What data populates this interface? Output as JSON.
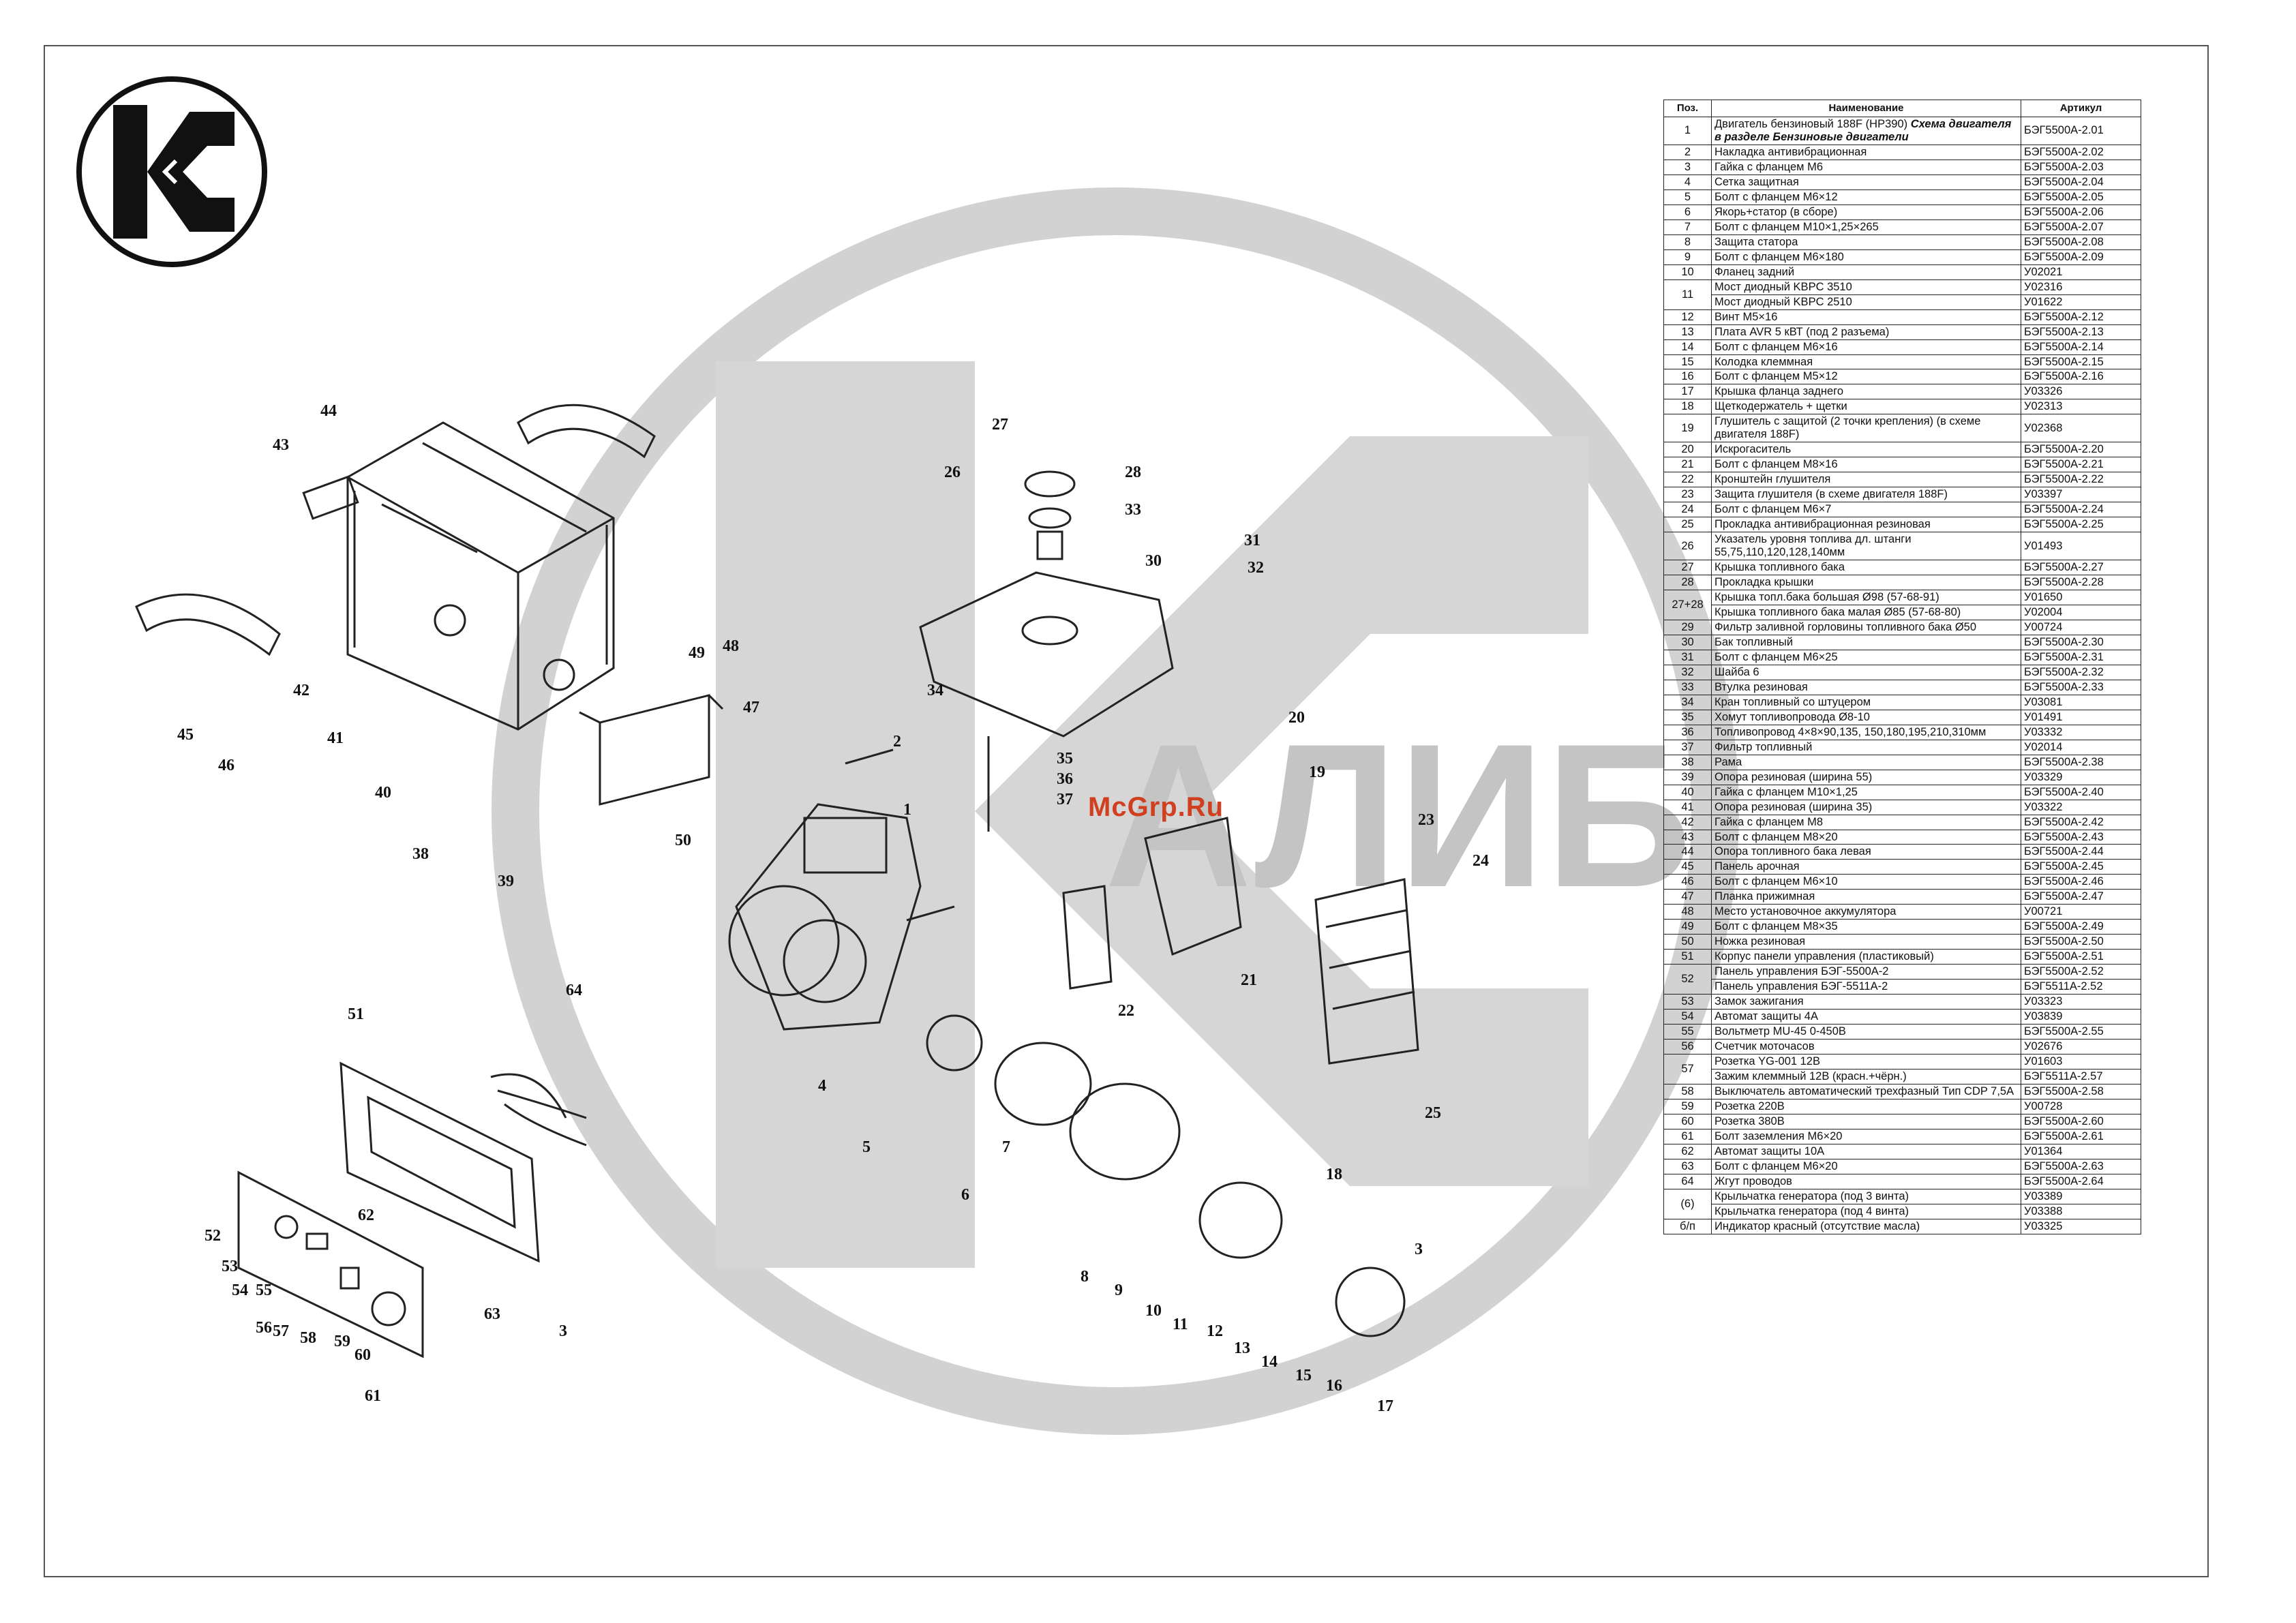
{
  "watermark": {
    "text": "АЛИБ"
  },
  "site": {
    "label": "McGrp.Ru"
  },
  "table": {
    "headers": {
      "pos": "Поз.",
      "name": "Наименование",
      "code": "Артикул"
    },
    "rows": [
      {
        "pos": "1",
        "names": [
          "Двигатель бензиновый 188F (НР390)"
        ],
        "note": "Схема двигателя в разделе Бензиновые двигатели",
        "codes": [
          "БЭГ5500А-2.01"
        ]
      },
      {
        "pos": "2",
        "names": [
          "Накладка антивибрационная"
        ],
        "codes": [
          "БЭГ5500А-2.02"
        ]
      },
      {
        "pos": "3",
        "names": [
          "Гайка с фланцем М6"
        ],
        "codes": [
          "БЭГ5500А-2.03"
        ]
      },
      {
        "pos": "4",
        "names": [
          "Сетка защитная"
        ],
        "codes": [
          "БЭГ5500А-2.04"
        ]
      },
      {
        "pos": "5",
        "names": [
          "Болт с фланцем М6×12"
        ],
        "codes": [
          "БЭГ5500А-2.05"
        ]
      },
      {
        "pos": "6",
        "names": [
          "Якорь+статор (в сборе)"
        ],
        "codes": [
          "БЭГ5500А-2.06"
        ]
      },
      {
        "pos": "7",
        "names": [
          "Болт с фланцем М10×1,25×265"
        ],
        "codes": [
          "БЭГ5500А-2.07"
        ]
      },
      {
        "pos": "8",
        "names": [
          "Защита статора"
        ],
        "codes": [
          "БЭГ5500А-2.08"
        ]
      },
      {
        "pos": "9",
        "names": [
          "Болт с фланцем М6×180"
        ],
        "codes": [
          "БЭГ5500А-2.09"
        ]
      },
      {
        "pos": "10",
        "names": [
          "Фланец задний"
        ],
        "codes": [
          "У02021"
        ]
      },
      {
        "pos": "11",
        "names": [
          "Мост диодный KBPC 3510",
          "Мост диодный KBPC 2510"
        ],
        "codes": [
          "У02316",
          "У01622"
        ]
      },
      {
        "pos": "12",
        "names": [
          "Винт М5×16"
        ],
        "codes": [
          "БЭГ5500А-2.12"
        ]
      },
      {
        "pos": "13",
        "names": [
          "Плата AVR 5 кВТ (под 2 разъема)"
        ],
        "codes": [
          "БЭГ5500А-2.13"
        ]
      },
      {
        "pos": "14",
        "names": [
          "Болт с фланцем М6×16"
        ],
        "codes": [
          "БЭГ5500А-2.14"
        ]
      },
      {
        "pos": "15",
        "names": [
          "Колодка клеммная"
        ],
        "codes": [
          "БЭГ5500А-2.15"
        ]
      },
      {
        "pos": "16",
        "names": [
          "Болт с фланцем М5×12"
        ],
        "codes": [
          "БЭГ5500А-2.16"
        ]
      },
      {
        "pos": "17",
        "names": [
          "Крышка фланца заднего"
        ],
        "codes": [
          "У03326"
        ]
      },
      {
        "pos": "18",
        "names": [
          "Щеткодержатель + щетки"
        ],
        "codes": [
          "У02313"
        ]
      },
      {
        "pos": "19",
        "names": [
          "Глушитель с защитой (2 точки крепления) (в схеме двигателя 188F)"
        ],
        "codes": [
          "У02368"
        ]
      },
      {
        "pos": "20",
        "names": [
          "Искрогаситель"
        ],
        "codes": [
          "БЭГ5500А-2.20"
        ]
      },
      {
        "pos": "21",
        "names": [
          "Болт с фланцем М8×16"
        ],
        "codes": [
          "БЭГ5500А-2.21"
        ]
      },
      {
        "pos": "22",
        "names": [
          "Кронштейн глушителя"
        ],
        "codes": [
          "БЭГ5500А-2.22"
        ]
      },
      {
        "pos": "23",
        "names": [
          "Защита глушителя (в схеме двигателя 188F)"
        ],
        "codes": [
          "У03397"
        ]
      },
      {
        "pos": "24",
        "names": [
          "Болт с фланцем М6×7"
        ],
        "codes": [
          "БЭГ5500А-2.24"
        ]
      },
      {
        "pos": "25",
        "names": [
          "Прокладка антивибрационная резиновая"
        ],
        "codes": [
          "БЭГ5500А-2.25"
        ]
      },
      {
        "pos": "26",
        "names": [
          "Указатель уровня топлива дл. штанги 55,75,110,120,128,140мм"
        ],
        "codes": [
          "У01493"
        ]
      },
      {
        "pos": "27",
        "names": [
          "Крышка топливного бака"
        ],
        "codes": [
          "БЭГ5500А-2.27"
        ]
      },
      {
        "pos": "28",
        "names": [
          "Прокладка крышки"
        ],
        "codes": [
          "БЭГ5500А-2.28"
        ]
      },
      {
        "pos": "27+28",
        "names": [
          "Крышка топл.бака большая Ø98 (57-68-91)",
          "Крышка топливного бака малая Ø85 (57-68-80)"
        ],
        "codes": [
          "У01650",
          "У02004"
        ]
      },
      {
        "pos": "29",
        "names": [
          "Фильтр заливной горловины топливного бака Ø50"
        ],
        "codes": [
          "У00724"
        ]
      },
      {
        "pos": "30",
        "names": [
          "Бак топливный"
        ],
        "codes": [
          "БЭГ5500А-2.30"
        ]
      },
      {
        "pos": "31",
        "names": [
          "Болт с фланцем М6×25"
        ],
        "codes": [
          "БЭГ5500А-2.31"
        ]
      },
      {
        "pos": "32",
        "names": [
          "Шайба 6"
        ],
        "codes": [
          "БЭГ5500А-2.32"
        ]
      },
      {
        "pos": "33",
        "names": [
          "Втулка резиновая"
        ],
        "codes": [
          "БЭГ5500А-2.33"
        ]
      },
      {
        "pos": "34",
        "names": [
          "Кран топливный со штуцером"
        ],
        "codes": [
          "У03081"
        ]
      },
      {
        "pos": "35",
        "names": [
          "Хомут топливопровода Ø8-10"
        ],
        "codes": [
          "У01491"
        ]
      },
      {
        "pos": "36",
        "names": [
          "Топливопровод 4×8×90,135, 150,180,195,210,310мм"
        ],
        "codes": [
          "У03332"
        ]
      },
      {
        "pos": "37",
        "names": [
          "Фильтр топливный"
        ],
        "codes": [
          "У02014"
        ]
      },
      {
        "pos": "38",
        "names": [
          "Рама"
        ],
        "codes": [
          "БЭГ5500А-2.38"
        ]
      },
      {
        "pos": "39",
        "names": [
          "Опора резиновая (ширина 55)"
        ],
        "codes": [
          "У03329"
        ]
      },
      {
        "pos": "40",
        "names": [
          "Гайка с фланцем М10×1,25"
        ],
        "codes": [
          "БЭГ5500А-2.40"
        ]
      },
      {
        "pos": "41",
        "names": [
          "Опора резиновая (ширина 35)"
        ],
        "codes": [
          "У03322"
        ]
      },
      {
        "pos": "42",
        "names": [
          "Гайка с фланцем М8"
        ],
        "codes": [
          "БЭГ5500А-2.42"
        ]
      },
      {
        "pos": "43",
        "names": [
          "Болт с фланцем М8×20"
        ],
        "codes": [
          "БЭГ5500А-2.43"
        ]
      },
      {
        "pos": "44",
        "names": [
          "Опора топливного бака левая"
        ],
        "codes": [
          "БЭГ5500А-2.44"
        ]
      },
      {
        "pos": "45",
        "names": [
          "Панель арочная"
        ],
        "codes": [
          "БЭГ5500А-2.45"
        ]
      },
      {
        "pos": "46",
        "names": [
          "Болт с фланцем М6×10"
        ],
        "codes": [
          "БЭГ5500А-2.46"
        ]
      },
      {
        "pos": "47",
        "names": [
          "Планка прижимная"
        ],
        "codes": [
          "БЭГ5500А-2.47"
        ]
      },
      {
        "pos": "48",
        "names": [
          "Место установочное аккумулятора"
        ],
        "codes": [
          "У00721"
        ]
      },
      {
        "pos": "49",
        "names": [
          "Болт с фланцем М8×35"
        ],
        "codes": [
          "БЭГ5500А-2.49"
        ]
      },
      {
        "pos": "50",
        "names": [
          "Ножка резиновая"
        ],
        "codes": [
          "БЭГ5500А-2.50"
        ]
      },
      {
        "pos": "51",
        "names": [
          "Корпус панели управления (пластиковый)"
        ],
        "codes": [
          "БЭГ5500А-2.51"
        ]
      },
      {
        "pos": "52",
        "names": [
          "Панель управления БЭГ-5500А-2",
          "Панель управления БЭГ-5511А-2"
        ],
        "codes": [
          "БЭГ5500А-2.52",
          "БЭГ5511А-2.52"
        ]
      },
      {
        "pos": "53",
        "names": [
          "Замок зажигания"
        ],
        "codes": [
          "У03323"
        ]
      },
      {
        "pos": "54",
        "names": [
          "Автомат защиты 4А"
        ],
        "codes": [
          "У03839"
        ]
      },
      {
        "pos": "55",
        "names": [
          "Вольтметр MU-45 0-450В"
        ],
        "codes": [
          "БЭГ5500А-2.55"
        ]
      },
      {
        "pos": "56",
        "names": [
          "Счетчик моточасов"
        ],
        "codes": [
          "У02676"
        ]
      },
      {
        "pos": "57",
        "names": [
          "Розетка YG-001 12В",
          "Зажим клеммный 12В (красн.+чёрн.)"
        ],
        "codes": [
          "У01603",
          "БЭГ5511А-2.57"
        ]
      },
      {
        "pos": "58",
        "names": [
          "Выключатель автоматический трехфазный Тип CDP 7,5А"
        ],
        "codes": [
          "БЭГ5500А-2.58"
        ]
      },
      {
        "pos": "59",
        "names": [
          "Розетка 220В"
        ],
        "codes": [
          "У00728"
        ]
      },
      {
        "pos": "60",
        "names": [
          "Розетка 380В"
        ],
        "codes": [
          "БЭГ5500А-2.60"
        ]
      },
      {
        "pos": "61",
        "names": [
          "Болт заземления М6×20"
        ],
        "codes": [
          "БЭГ5500А-2.61"
        ]
      },
      {
        "pos": "62",
        "names": [
          "Автомат защиты 10А"
        ],
        "codes": [
          "У01364"
        ]
      },
      {
        "pos": "63",
        "names": [
          "Болт с фланцем М6×20"
        ],
        "codes": [
          "БЭГ5500А-2.63"
        ]
      },
      {
        "pos": "64",
        "names": [
          "Жгут проводов"
        ],
        "codes": [
          "БЭГ5500А-2.64"
        ]
      },
      {
        "pos": "(6)",
        "names": [
          "Крыльчатка генератора (под 3 винта)",
          "Крыльчатка генератора (под 4 винта)"
        ],
        "codes": [
          "У03389",
          "У03388"
        ]
      },
      {
        "pos": "б/п",
        "names": [
          "Индикатор красный (отсутствие масла)"
        ],
        "codes": [
          "У03325"
        ]
      }
    ]
  },
  "diagram": {
    "callouts": [
      {
        "n": "43"
      },
      {
        "n": "44"
      },
      {
        "n": "42"
      },
      {
        "n": "41"
      },
      {
        "n": "40"
      },
      {
        "n": "39"
      },
      {
        "n": "38"
      },
      {
        "n": "45"
      },
      {
        "n": "46"
      },
      {
        "n": "49"
      },
      {
        "n": "48"
      },
      {
        "n": "47"
      },
      {
        "n": "50"
      },
      {
        "n": "27"
      },
      {
        "n": "26"
      },
      {
        "n": "28"
      },
      {
        "n": "33"
      },
      {
        "n": "30"
      },
      {
        "n": "31"
      },
      {
        "n": "32"
      },
      {
        "n": "34"
      },
      {
        "n": "35"
      },
      {
        "n": "36"
      },
      {
        "n": "37"
      },
      {
        "n": "1"
      },
      {
        "n": "2"
      },
      {
        "n": "20"
      },
      {
        "n": "19"
      },
      {
        "n": "21"
      },
      {
        "n": "22"
      },
      {
        "n": "23"
      },
      {
        "n": "24"
      },
      {
        "n": "25"
      },
      {
        "n": "4"
      },
      {
        "n": "5"
      },
      {
        "n": "6"
      },
      {
        "n": "7"
      },
      {
        "n": "8"
      },
      {
        "n": "9"
      },
      {
        "n": "10"
      },
      {
        "n": "11"
      },
      {
        "n": "12"
      },
      {
        "n": "13"
      },
      {
        "n": "14"
      },
      {
        "n": "15"
      },
      {
        "n": "16"
      },
      {
        "n": "17"
      },
      {
        "n": "18"
      },
      {
        "n": "3"
      },
      {
        "n": "51"
      },
      {
        "n": "64"
      },
      {
        "n": "52"
      },
      {
        "n": "53"
      },
      {
        "n": "54"
      },
      {
        "n": "55"
      },
      {
        "n": "56"
      },
      {
        "n": "57"
      },
      {
        "n": "58"
      },
      {
        "n": "59"
      },
      {
        "n": "60"
      },
      {
        "n": "61"
      },
      {
        "n": "62"
      },
      {
        "n": "63"
      },
      {
        "n": "3"
      }
    ]
  }
}
